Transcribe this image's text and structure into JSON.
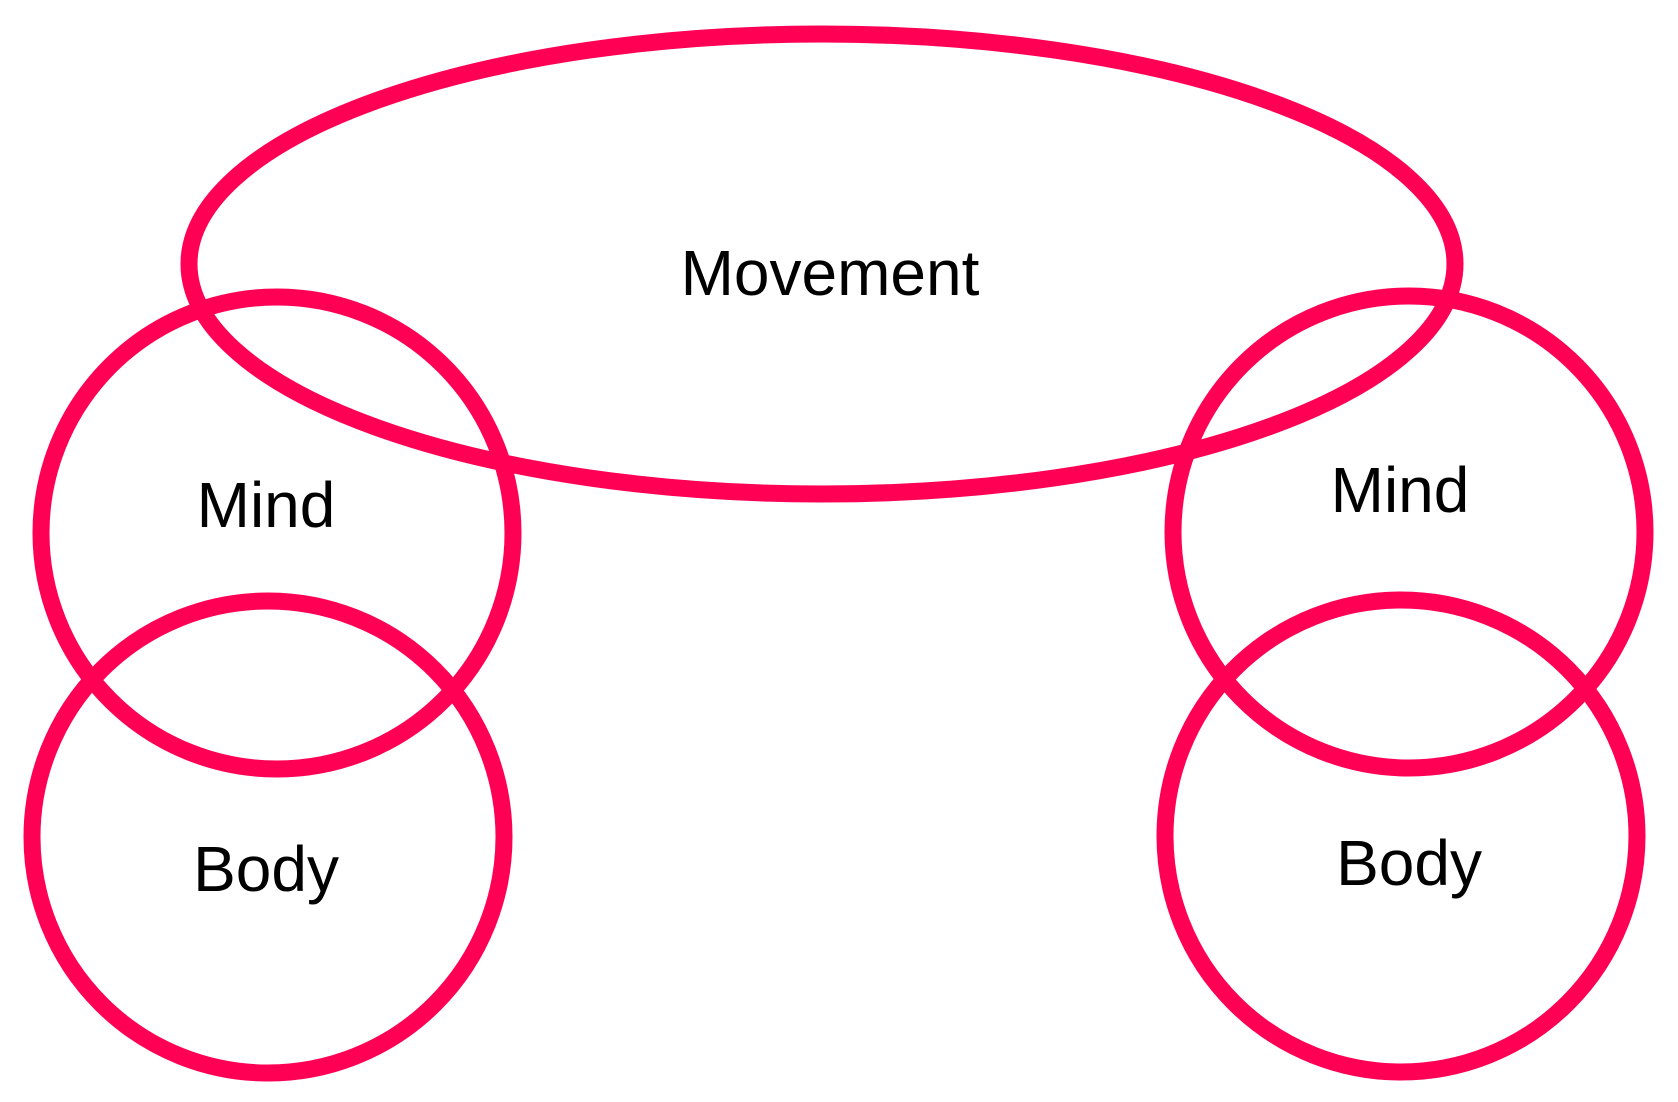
{
  "colors": {
    "stroke": "#ff0055",
    "text": "#000000",
    "background": "#ffffff"
  },
  "diagram": {
    "movement": {
      "label": "Movement"
    },
    "left_group": {
      "mind": {
        "label": "Mind"
      },
      "body": {
        "label": "Body"
      }
    },
    "right_group": {
      "mind": {
        "label": "Mind"
      },
      "body": {
        "label": "Body"
      }
    }
  }
}
